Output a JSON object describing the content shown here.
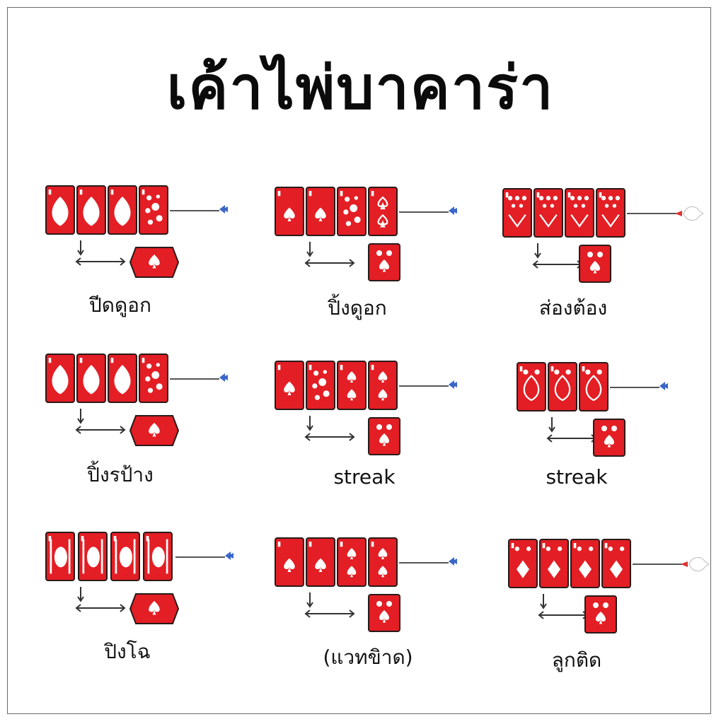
{
  "title": "เค้าไพ่บาคาร่า",
  "colors": {
    "card": "#e31e24",
    "arrow_blue": "#3a66c8",
    "ink": "#111111"
  },
  "patterns": [
    {
      "label": "ปีดดูอก",
      "cards": [
        "spade",
        "spade",
        "spade",
        "mixed"
      ],
      "marker": "blue",
      "extra": "badge"
    },
    {
      "label": "ปิ้งดูอก",
      "cards": [
        "spade-small",
        "spade-small",
        "mixed",
        "spade-outline"
      ],
      "marker": "blue",
      "extra": "card"
    },
    {
      "label": "ส่องต้อง",
      "cards": [
        "row",
        "row",
        "row",
        "row"
      ],
      "marker": "white",
      "extra": "card"
    },
    {
      "label": "ปิ้งรป้าง",
      "cards": [
        "spade",
        "spade",
        "spade",
        "mixed"
      ],
      "marker": "blue",
      "extra": "badge"
    },
    {
      "label": "streak",
      "cards": [
        "spade-small",
        "mixed",
        "two-spade",
        "two-spade"
      ],
      "marker": "blue",
      "extra": "card"
    },
    {
      "label": "streak",
      "cards": [
        "outline-spade",
        "outline-spade",
        "outline-spade"
      ],
      "marker": "blue",
      "extra": "card"
    },
    {
      "label": "ปิงโฉ",
      "cards": [
        "stack",
        "stack",
        "stack",
        "stack"
      ],
      "marker": "blue",
      "extra": "badge"
    },
    {
      "label": "(แวทขิาด)",
      "cards": [
        "spade-small",
        "spade-small",
        "two-spade",
        "two-spade"
      ],
      "marker": "blue",
      "extra": "card"
    },
    {
      "label": "ลูกติด",
      "cards": [
        "diamond",
        "diamond",
        "diamond",
        "diamond"
      ],
      "marker": "white",
      "extra": "card"
    }
  ]
}
